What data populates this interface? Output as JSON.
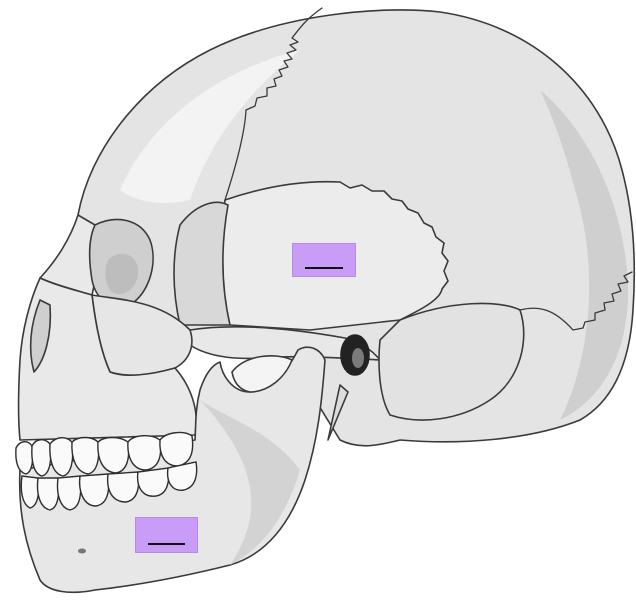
{
  "figure": {
    "subject": "human-skull-lateral-view",
    "background_color": "#ffffff",
    "bone_fill_color": "#e4e4e4",
    "bone_highlight_color": "#f2f2f2",
    "bone_shadow_color": "#c4c4c4",
    "outline_color": "#3a3a3a"
  },
  "labels": [
    {
      "id": "temporal-label",
      "text": "",
      "fill_color": "#c99cf8"
    },
    {
      "id": "mandible-label",
      "text": "",
      "fill_color": "#c99cf8"
    }
  ]
}
